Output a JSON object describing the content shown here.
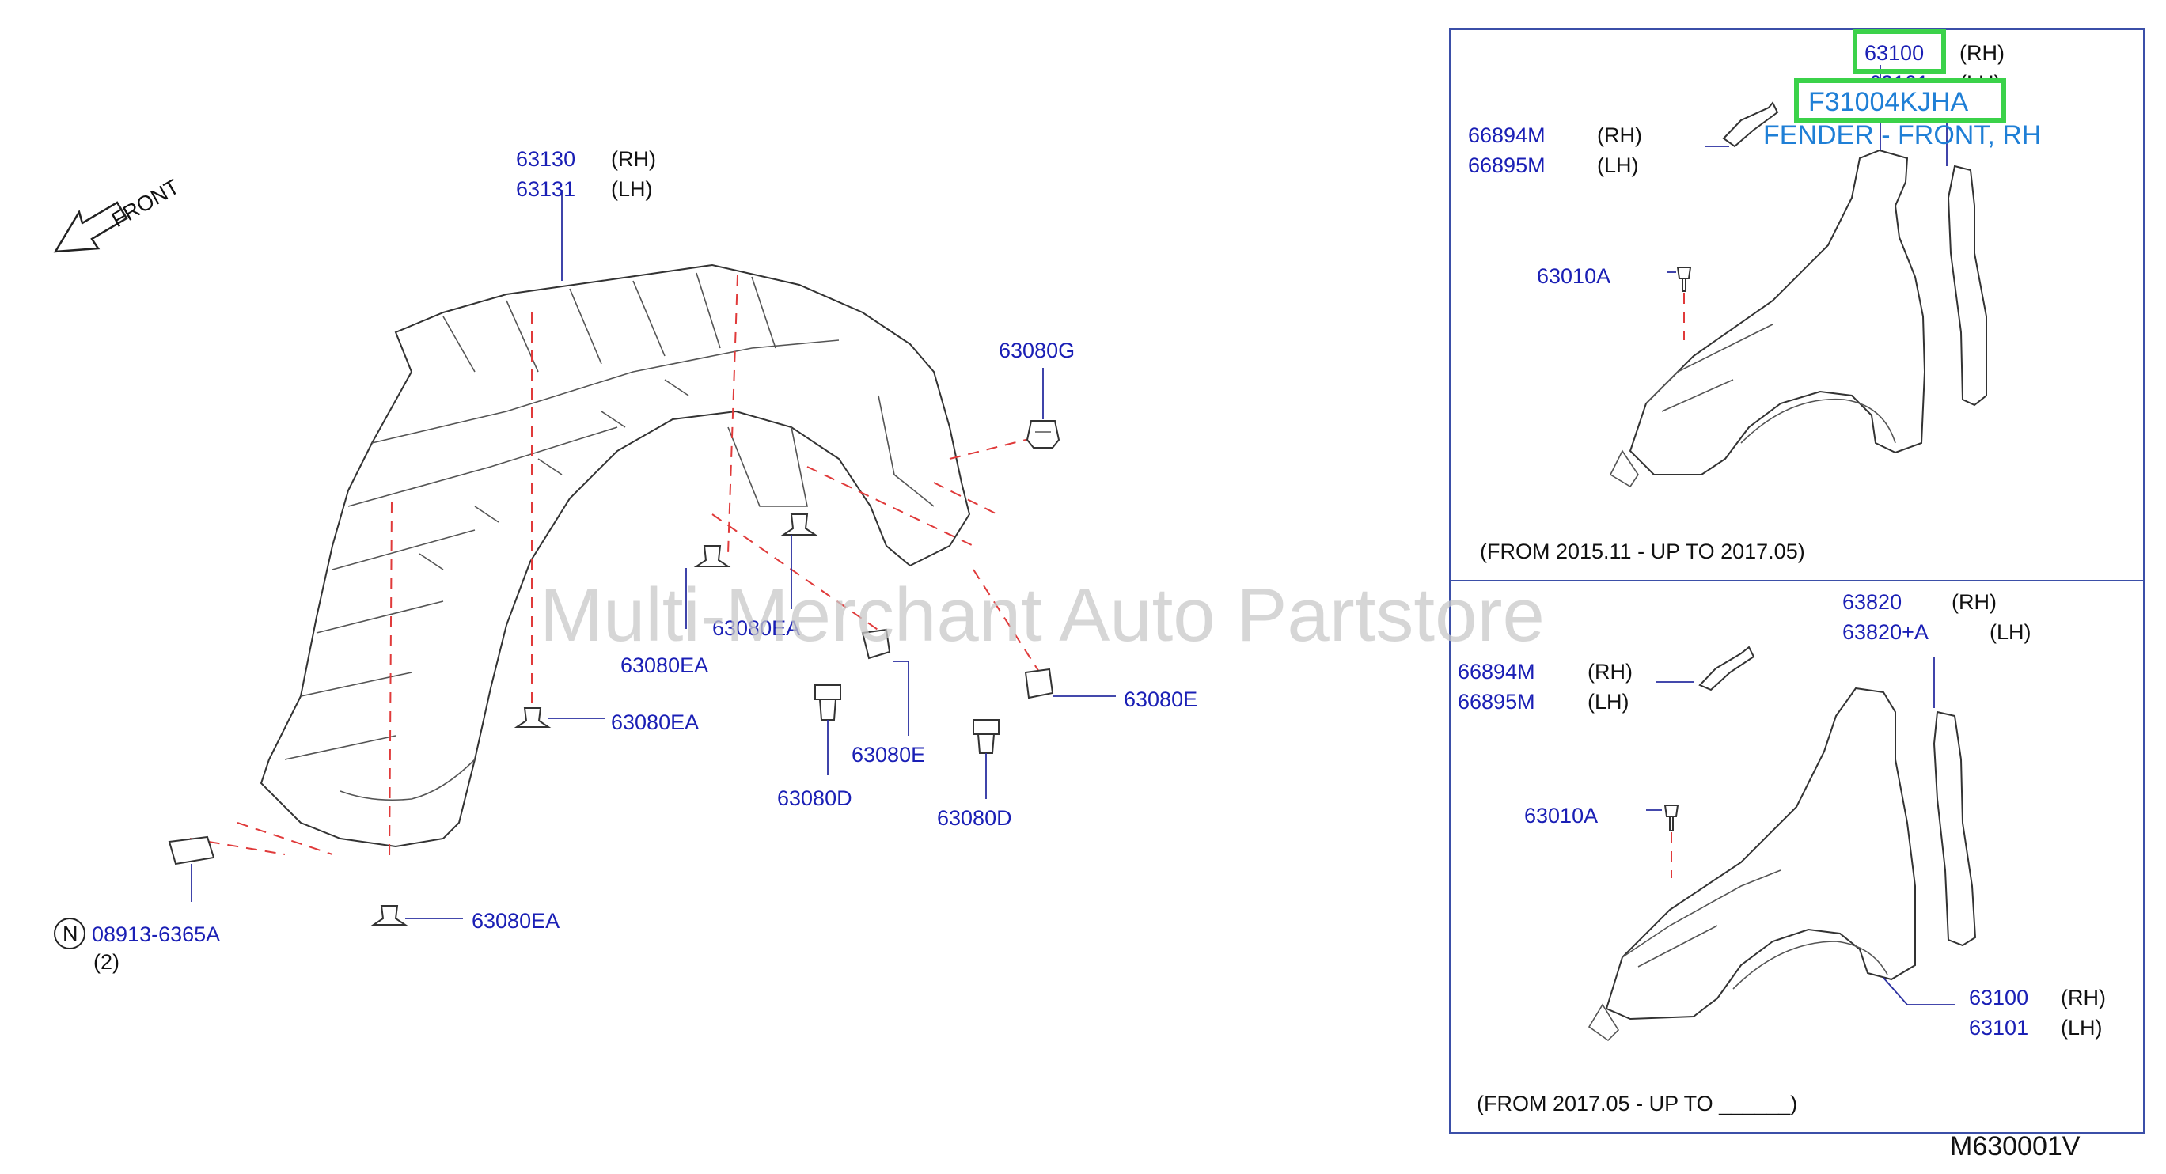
{
  "front_label": "FRONT",
  "watermark": "Multi-Merchant Auto Partstore",
  "main": {
    "liner_code_rh": "63130",
    "liner_code_lh": "63131",
    "rh": "(RH)",
    "lh": "(LH)",
    "c_63080G": "63080G",
    "c_63080EA": "63080EA",
    "c_63080E": "63080E",
    "c_63080D": "63080D",
    "nut_prefix": "N",
    "nut_code": "08913-6365A",
    "nut_qty": "(2)"
  },
  "top_box": {
    "fender_rh": "63100",
    "fender_lh": "63101",
    "rh": "(RH)",
    "lh": "(LH)",
    "highlight_code": "F31004KJHA",
    "highlight_desc": "FENDER - FRONT, RH",
    "bracket_rh": "66894M",
    "bracket_lh": "66895M",
    "bolt": "63010A",
    "date_range": "(FROM  2015.11  -  UP  TO  2017.05)"
  },
  "bottom_box": {
    "seal_rh": "63820",
    "seal_lh": "63820+A",
    "bracket_rh": "66894M",
    "bracket_lh": "66895M",
    "bolt": "63010A",
    "fender_rh": "63100",
    "fender_lh": "63101",
    "rh": "(RH)",
    "lh": "(LH)",
    "date_range": "(FROM  2017.05  -  UP  TO  ______)"
  },
  "diagram_code": "M630001V",
  "colors": {
    "label": "#1a1fb5",
    "highlight_border": "#3bd24a",
    "highlight_text": "#1f7fd6",
    "dash": "#e03a3a"
  }
}
